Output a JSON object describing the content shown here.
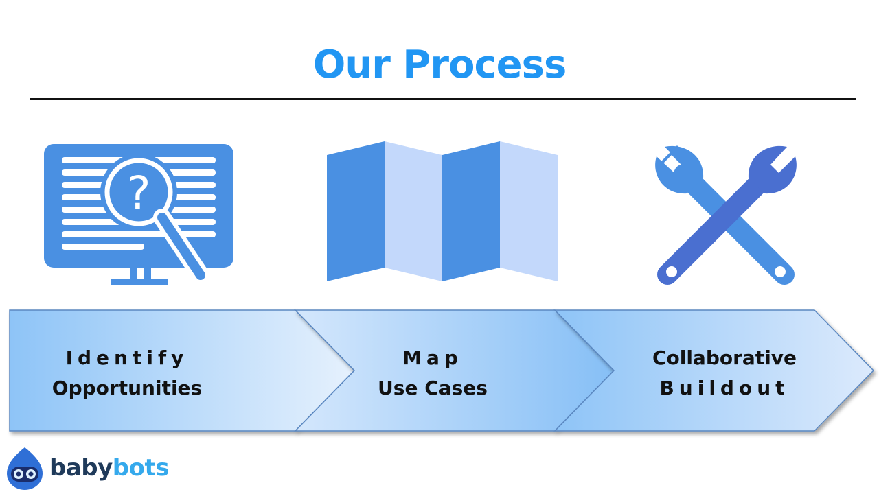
{
  "title": "Our Process",
  "steps": [
    {
      "line1": "Identify",
      "line2": "Opportunities",
      "icon": "monitor-search-icon"
    },
    {
      "line1": "Map",
      "line2": "Use Cases",
      "icon": "folded-map-icon"
    },
    {
      "line1": "Collaborative",
      "line2": "Buildout",
      "icon": "crossed-wrenches-icon"
    }
  ],
  "brand": {
    "part1": "baby",
    "part2": "bots"
  },
  "colors": {
    "title": "#2196f3",
    "icon_blue": "#4a90e2",
    "icon_light": "#c3d8fb",
    "wrench_dark": "#4a6fd0",
    "arrow_light": "#cfe3fb",
    "arrow_mid": "#8ec4f7"
  }
}
